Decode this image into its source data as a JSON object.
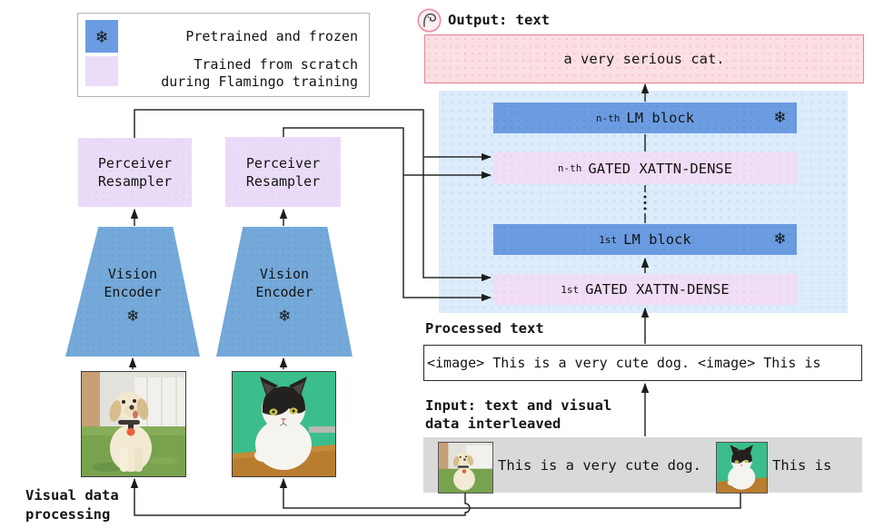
{
  "icons": {
    "snowflake": "❄"
  },
  "colors": {
    "frozen_blue": "#6b9ce2",
    "trained_purple": "#eadcf8",
    "vision_encoder_blue": "#74a9d9",
    "lm_panel_blue": "#dcecfb",
    "output_pink_bg": "#fcdfe3",
    "output_pink_border": "#ec7f98",
    "input_bar_gray": "#d9d9d9"
  },
  "legend": {
    "frozen": "Pretrained and frozen",
    "trained": "Trained from scratch\nduring Flamingo training"
  },
  "vision": {
    "perceiver": "Perceiver\nResampler",
    "encoder": "Vision\nEncoder",
    "caption": "Visual data\nprocessing"
  },
  "lm": {
    "output_label": "Output: text",
    "output_text": "a very serious cat.",
    "blocks": {
      "nth_lm": {
        "prefix": "n-th",
        "label": "LM block"
      },
      "nth_xattn": {
        "prefix": "n-th",
        "label": "GATED XATTN-DENSE"
      },
      "first_lm": {
        "prefix": "1st",
        "label": "LM block"
      },
      "first_xattn": {
        "prefix": "1st",
        "label": "GATED XATTN-DENSE"
      }
    }
  },
  "processed": {
    "label": "Processed text",
    "text": "<image> This is a very cute dog. <image> This is"
  },
  "input": {
    "label": "Input: text and visual\ndata interleaved",
    "segment1": "This is a very cute dog.",
    "segment2": "This is"
  }
}
